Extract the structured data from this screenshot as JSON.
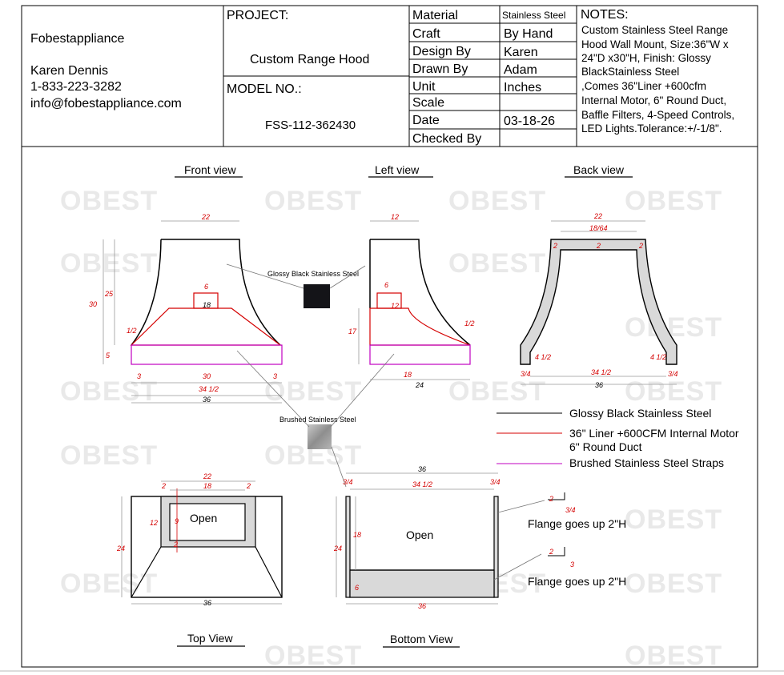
{
  "title_block": {
    "company": "Fobestappliance",
    "contact_name": "Karen Dennis",
    "phone": "1-833-223-3282",
    "email": "info@fobestappliance.com",
    "project_label": "PROJECT:",
    "project_name": "Custom Range Hood",
    "model_label": "MODEL NO.:",
    "model_number": "FSS-112-362430",
    "rows": [
      {
        "label": "Material",
        "value": "Stainless Steel"
      },
      {
        "label": "Craft",
        "value": "By Hand"
      },
      {
        "label": "Design By",
        "value": "Karen"
      },
      {
        "label": "Drawn By",
        "value": "Adam"
      },
      {
        "label": "Unit",
        "value": "Inches"
      },
      {
        "label": "Scale",
        "value": ""
      },
      {
        "label": "Date",
        "value": "03-18-26"
      },
      {
        "label": "Checked By",
        "value": ""
      }
    ],
    "notes_label": "NOTES:",
    "notes_lines": [
      "Custom Stainless Steel Range",
      "Hood Wall Mount, Size:36\"W x",
      "24\"D x30\"H, Finish: Glossy",
      "BlackStainless Steel",
      ",Comes 36\"Liner +600cfm",
      "Internal Motor, 6\" Round Duct,",
      "Baffle Filters, 4-Speed Controls,",
      "LED Lights.Tolerance:+/-1/8\"."
    ]
  },
  "views": {
    "front": "Front view",
    "left": "Left view",
    "back": "Back view",
    "top": "Top View",
    "bottom": "Bottom View"
  },
  "callouts": {
    "glossy": "Glossy Black Stainless Steel",
    "brushed": "Brushed Stainless Steel"
  },
  "legend": [
    {
      "color": "#000000",
      "label": "Glossy Black Stainless Steel"
    },
    {
      "color": "#d40000",
      "label": "36\" Liner +600CFM Internal Motor",
      "label2": "6\" Round Duct"
    },
    {
      "color": "#c000c0",
      "label": "Brushed Stainless Steel Straps"
    }
  ],
  "top_view": {
    "open": "Open"
  },
  "bottom_view": {
    "open": "Open",
    "flange1": "Flange goes up 2\"H",
    "flange2": "Flange goes up 2\"H"
  },
  "watermark": "OBEST",
  "dims": {
    "front": [
      "22",
      "6",
      "18",
      "30",
      "25",
      "1/2",
      "5",
      "3",
      "30",
      "3",
      "34 1/2",
      "36"
    ],
    "left": [
      "12",
      "6",
      "12",
      "17",
      "1/2",
      "18",
      "24"
    ],
    "back": [
      "22",
      "18/64",
      "2",
      "2",
      "2",
      "4 1/2",
      "4 1/2",
      "3/4",
      "3/4",
      "34 1/2",
      "36"
    ],
    "top": [
      "22",
      "18",
      "2",
      "2",
      "12",
      "9",
      "2",
      "24",
      "36"
    ],
    "bottom": [
      "36",
      "3/4",
      "34 1/2",
      "3/4",
      "18",
      "24",
      "6",
      "36",
      "2",
      "3/4",
      "2",
      "3"
    ]
  },
  "colors": {
    "black": "#000000",
    "red": "#d40000",
    "magenta": "#c000c0",
    "panel": "#d9d9d9"
  }
}
